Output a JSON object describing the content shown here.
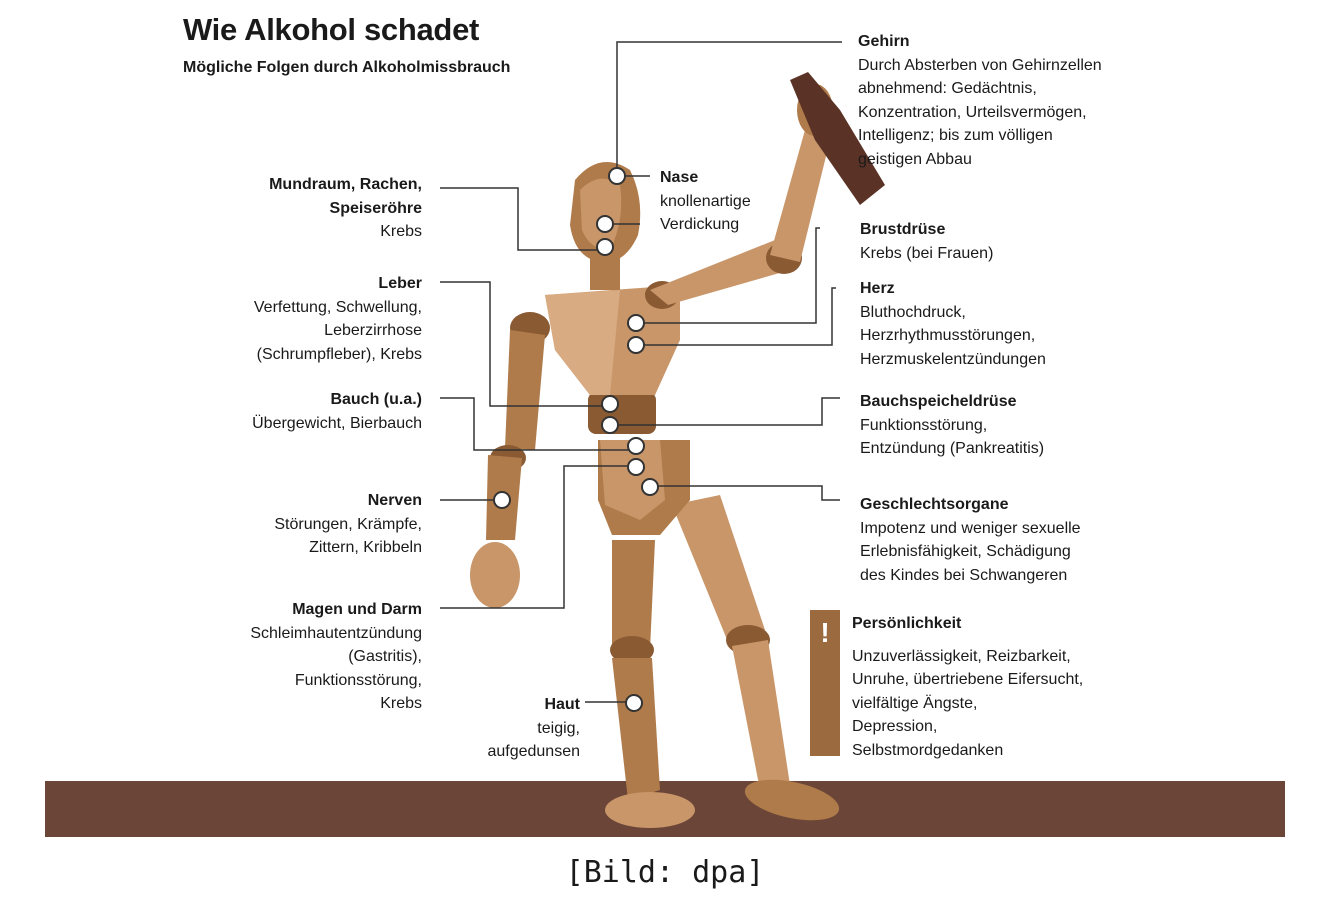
{
  "header": {
    "title": "Wie Alkohol schadet",
    "subtitle": "Mögliche Folgen durch Alkoholmissbrauch"
  },
  "labels": {
    "gehirn": {
      "heading": "Gehirn",
      "text": "Durch Absterben von Gehirnzellen\nabnehmend: Gedächtnis,\nKonzentration, Urteilsvermögen,\nIntelligenz; bis zum völligen\ngeistigen Abbau"
    },
    "nase": {
      "heading": "Nase",
      "text": "knollenartige\nVerdickung"
    },
    "mundraum": {
      "heading": "Mundraum, Rachen,\nSpeiseröhre",
      "text": "Krebs"
    },
    "brustdruese": {
      "heading": "Brustdrüse",
      "text": "Krebs (bei Frauen)"
    },
    "herz": {
      "heading": "Herz",
      "text": "Bluthochdruck,\nHerzrhythmusstörungen,\nHerzmuskelentzündungen"
    },
    "leber": {
      "heading": "Leber",
      "text": "Verfettung, Schwellung,\nLeberzirrhose\n(Schrumpfleber), Krebs"
    },
    "bauch": {
      "heading": "Bauch (u.a.)",
      "text": "Übergewicht, Bierbauch"
    },
    "bauchspeicheldruese": {
      "heading": "Bauchspeicheldrüse",
      "text": "Funktionsstörung,\nEntzündung (Pankreatitis)"
    },
    "nerven": {
      "heading": "Nerven",
      "text": "Störungen, Krämpfe,\nZittern, Kribbeln"
    },
    "geschlechtsorgane": {
      "heading": "Geschlechtsorgane",
      "text": "Impotenz und weniger sexuelle\nErlebnisfähigkeit, Schädigung\ndes Kindes bei Schwangeren"
    },
    "magen": {
      "heading": "Magen und Darm",
      "text": "Schleimhautentzündung\n(Gastritis),\nFunktionsstörung,\nKrebs"
    },
    "haut": {
      "heading": "Haut",
      "text": "teigig,\naufgedunsen"
    },
    "persoenlichkeit": {
      "heading": "Persönlichkeit",
      "text": "Unzuverlässigkeit, Reizbarkeit,\nUnruhe, übertriebene Eifersucht,\nvielfältige Ängste,\nDepression,\nSelbstmordgedanken",
      "mark": "!"
    }
  },
  "caption": "[Bild: dpa]",
  "colors": {
    "wood_light": "#c9966a",
    "wood_mid": "#b07b4a",
    "wood_dark": "#8a5a33",
    "floor": "#6b4537",
    "bottle": "#5a3326",
    "line": "#333333"
  }
}
